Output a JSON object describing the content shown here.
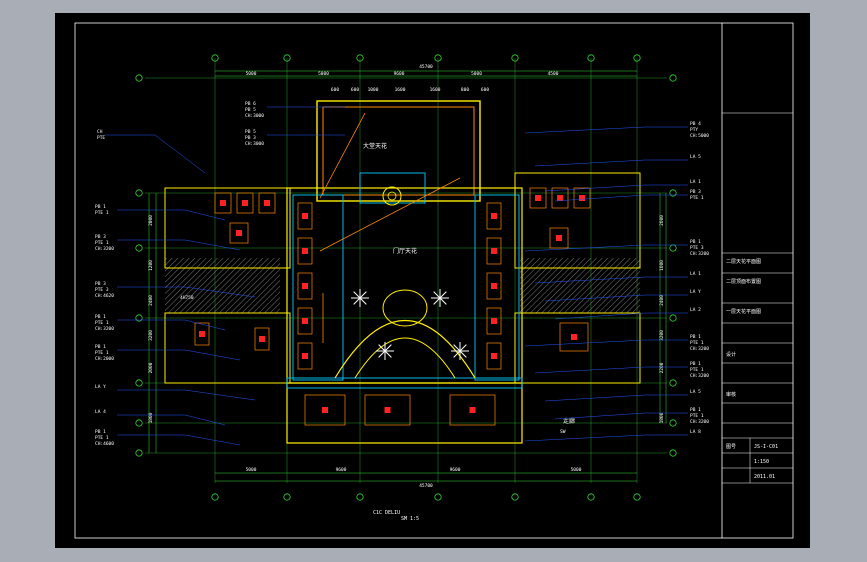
{
  "drawing": {
    "title": "C1C  DELIU",
    "scale_note": "SM 1:5",
    "colors": {
      "background": "#000000",
      "frame": "#ffffff",
      "dimension": "#33dd33",
      "leader": "#2255ff",
      "wall": "#ffee00",
      "fixture": "#ff8800",
      "ceiling": "#00ccff",
      "hatch": "#777777",
      "accent": "#ff2222"
    },
    "top_dims": {
      "overall": "45700",
      "spans": [
        "5000",
        "5000",
        "9600",
        "5000",
        "4500"
      ]
    },
    "bottom_dims": {
      "overall": "45700",
      "spans": [
        "5000",
        "9600",
        "9600",
        "5000"
      ]
    },
    "top_detail_dims": [
      "600",
      "600",
      "1000",
      "1600",
      "1600",
      "800",
      "600"
    ],
    "left_dims": [
      "2000",
      "1200",
      "2400",
      "3200",
      "2000",
      "1800"
    ],
    "right_dims": [
      "2600",
      "1600",
      "2400",
      "3200",
      "2200",
      "1800"
    ],
    "center_labels": [
      "大堂天花",
      "门厅天花",
      "走廊"
    ],
    "left_tags": [
      {
        "a": "PB  1",
        "b": "PTE  1"
      },
      {
        "a": "PB  3",
        "b": "PTE  1",
        "c": "CH:3200"
      },
      {
        "a": "PB  3",
        "b": "PTE  3",
        "c": "CH:4620"
      },
      {
        "a": "PB  1",
        "b": "PTE  1",
        "c": "CH:3200"
      },
      {
        "a": "PB  1",
        "b": "PTE  1",
        "c": "CH:2000"
      },
      {
        "a": "LA  Y"
      },
      {
        "a": "LA  4"
      },
      {
        "a": "PB  1",
        "b": "PTE  1",
        "c": "CH:4600"
      }
    ],
    "top_left_tags": [
      {
        "a": "PB  6",
        "b": "PB  5",
        "c": "CH:3000"
      },
      {
        "a": "PB  5",
        "b": "PB  3",
        "c": "CH:3000"
      }
    ],
    "right_tags": [
      {
        "a": "PB  4",
        "b": "PTY",
        "c": "CH:5000"
      },
      {
        "a": "LA  5"
      },
      {
        "a": "LA  1"
      },
      {
        "a": "PB  3",
        "b": "PTE  1"
      },
      {
        "a": "PB  1",
        "b": "PTE  3",
        "c": "CH:3200"
      },
      {
        "a": "LA  1"
      },
      {
        "a": "LA  Y"
      },
      {
        "a": "LA  2"
      },
      {
        "a": "PB  1",
        "b": "PTE  1",
        "c": "CH:3200"
      },
      {
        "a": "PB  1",
        "b": "PTE  1",
        "c": "CH:3200"
      },
      {
        "a": "LA  5"
      },
      {
        "a": "PB  1",
        "b": "PTE  1",
        "c": "CH:3200"
      },
      {
        "a": "LA  8"
      }
    ],
    "small_tags": [
      "CH",
      "PTE",
      "4H750",
      "SW"
    ],
    "title_block": {
      "project": "二层顶面布置图",
      "drawing_name": "二层天花平面图",
      "notes": "一层天花平面图",
      "designer": "设计",
      "checker": "审核",
      "scale": "1:150",
      "date": "2011.01",
      "sheet": "图号",
      "code": "JS-I-C01"
    }
  }
}
